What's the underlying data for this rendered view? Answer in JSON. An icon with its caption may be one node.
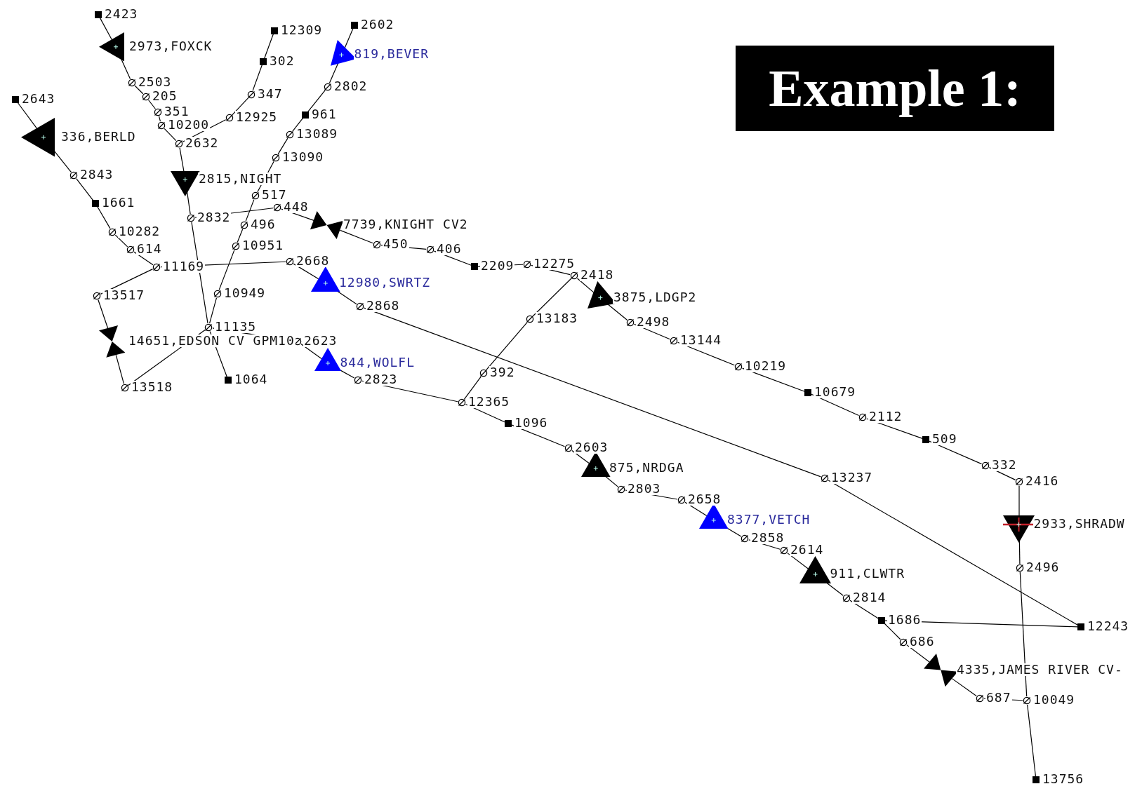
{
  "diagram": {
    "title": "Example 1:",
    "nodes": [
      {
        "text": [],
        "shape": "box",
        "beside": [
          "2423"
        ]
      },
      {
        "text": [],
        "shape": "box",
        "beside": [
          "12309"
        ]
      },
      {
        "text": [],
        "shape": "box",
        "beside": [
          "2602"
        ]
      },
      {
        "text": [],
        "shape": "triangle",
        "beside": [
          "2973,FOXCK"
        ]
      },
      {
        "text": [],
        "shape": "triangle",
        "beside": [
          "819,BEVER"
        ]
      },
      {
        "text": [],
        "shape": "box",
        "beside": [
          "302"
        ]
      },
      {
        "text": [],
        "shape": "circle",
        "beside": [
          "2503"
        ]
      },
      {
        "text": [],
        "shape": "circle",
        "beside": [
          "2802"
        ]
      },
      {
        "text": [],
        "shape": "circle",
        "beside": [
          "347"
        ]
      },
      {
        "text": [],
        "shape": "circle",
        "beside": [
          "205"
        ]
      },
      {
        "text": [],
        "shape": "box",
        "beside": [
          "2643"
        ]
      },
      {
        "text": [],
        "shape": "circle",
        "beside": [
          "351"
        ]
      },
      {
        "text": [],
        "shape": "box",
        "beside": [
          "961"
        ]
      },
      {
        "text": [],
        "shape": "circle",
        "beside": [
          "12925"
        ]
      },
      {
        "text": [],
        "shape": "circle",
        "beside": [
          "10200"
        ]
      },
      {
        "text": [],
        "shape": "circle",
        "beside": [
          "13089"
        ]
      },
      {
        "text": [],
        "shape": "triangle",
        "beside": [
          "336,BERLD"
        ]
      },
      {
        "text": [],
        "shape": "circle",
        "beside": [
          "2632"
        ]
      },
      {
        "text": [],
        "shape": "circle",
        "beside": [
          "13090"
        ]
      },
      {
        "text": [],
        "shape": "circle",
        "beside": [
          "2843"
        ]
      },
      {
        "text": [],
        "shape": "triangle",
        "beside": [
          "2815,NIGHT"
        ]
      },
      {
        "text": [],
        "shape": "circle",
        "beside": [
          "517"
        ]
      },
      {
        "text": [],
        "shape": "box",
        "beside": [
          "1661"
        ]
      },
      {
        "text": [],
        "shape": "circle",
        "beside": [
          "448"
        ]
      },
      {
        "text": [],
        "shape": "circle",
        "beside": [
          "2832"
        ]
      },
      {
        "text": [],
        "shape": "circle",
        "beside": [
          "496"
        ]
      },
      {
        "text": [],
        "shape": "bowtie",
        "beside": [
          "7739,KNIGHT CV2"
        ]
      },
      {
        "text": [],
        "shape": "circle",
        "beside": [
          "10282"
        ]
      },
      {
        "text": [],
        "shape": "circle",
        "beside": [
          "450"
        ]
      },
      {
        "text": [],
        "shape": "circle",
        "beside": [
          "10951"
        ]
      },
      {
        "text": [],
        "shape": "circle",
        "beside": [
          "614"
        ]
      },
      {
        "text": [],
        "shape": "circle",
        "beside": [
          "406"
        ]
      },
      {
        "text": [],
        "shape": "circle",
        "beside": [
          "2668"
        ]
      },
      {
        "text": [],
        "shape": "circle",
        "beside": [
          "12275"
        ]
      },
      {
        "text": [],
        "shape": "box",
        "beside": [
          "2209"
        ]
      },
      {
        "text": [],
        "shape": "circle",
        "beside": [
          "11169"
        ]
      },
      {
        "text": [],
        "shape": "circle",
        "beside": [
          "2418"
        ]
      },
      {
        "text": [],
        "shape": "triangle",
        "beside": [
          "12980,SWRTZ"
        ]
      },
      {
        "text": [],
        "shape": "circle",
        "beside": [
          "10949"
        ]
      },
      {
        "text": [],
        "shape": "circle",
        "beside": [
          "13517"
        ]
      },
      {
        "text": [],
        "shape": "triangle",
        "beside": [
          "3875,LDGP2"
        ]
      },
      {
        "text": [],
        "shape": "circle",
        "beside": [
          "2868"
        ]
      },
      {
        "text": [],
        "shape": "circle",
        "beside": [
          "13183"
        ]
      },
      {
        "text": [],
        "shape": "circle",
        "beside": [
          "2498"
        ]
      },
      {
        "text": [],
        "shape": "circle",
        "beside": [
          "11135"
        ]
      },
      {
        "text": [],
        "shape": "circle",
        "beside": [
          "13144"
        ]
      },
      {
        "text": [],
        "shape": "bowtie",
        "beside": [
          "14651,EDSON CV GPM10"
        ]
      },
      {
        "text": [],
        "shape": "circle",
        "beside": [
          "2623"
        ]
      },
      {
        "text": [],
        "shape": "triangle",
        "beside": [
          "844,WOLFL"
        ]
      },
      {
        "text": [],
        "shape": "circle",
        "beside": [
          "10219"
        ]
      },
      {
        "text": [],
        "shape": "circle",
        "beside": [
          "392"
        ]
      },
      {
        "text": [],
        "shape": "box",
        "beside": [
          "1064"
        ]
      },
      {
        "text": [],
        "shape": "circle",
        "beside": [
          "2823"
        ]
      },
      {
        "text": [],
        "shape": "circle",
        "beside": [
          "13518"
        ]
      },
      {
        "text": [],
        "shape": "box",
        "beside": [
          "10679"
        ]
      },
      {
        "text": [],
        "shape": "circle",
        "beside": [
          "12365"
        ]
      },
      {
        "text": [],
        "shape": "circle",
        "beside": [
          "2112"
        ]
      },
      {
        "text": [],
        "shape": "box",
        "beside": [
          "1096"
        ]
      },
      {
        "text": [],
        "shape": "box",
        "beside": [
          "509"
        ]
      },
      {
        "text": [],
        "shape": "circle",
        "beside": [
          "2603"
        ]
      },
      {
        "text": [],
        "shape": "circle",
        "beside": [
          "332"
        ]
      },
      {
        "text": [],
        "shape": "triangle",
        "beside": [
          "875,NRDGA"
        ]
      },
      {
        "text": [],
        "shape": "circle",
        "beside": [
          "13237"
        ]
      },
      {
        "text": [],
        "shape": "circle",
        "beside": [
          "2416"
        ]
      },
      {
        "text": [],
        "shape": "circle",
        "beside": [
          "2803"
        ]
      },
      {
        "text": [],
        "shape": "circle",
        "beside": [
          "2658"
        ]
      },
      {
        "text": [],
        "shape": "triangle",
        "beside": [
          "8377,VETCH"
        ]
      },
      {
        "text": [],
        "shape": "triangle",
        "beside": [
          "2933,SHRADW"
        ]
      },
      {
        "text": [],
        "shape": "circle",
        "beside": [
          "2858"
        ]
      },
      {
        "text": [],
        "shape": "circle",
        "beside": [
          "2614"
        ]
      },
      {
        "text": [],
        "shape": "circle",
        "beside": [
          "2496"
        ]
      },
      {
        "text": [],
        "shape": "triangle",
        "beside": [
          "911,CLWTR"
        ]
      },
      {
        "text": [],
        "shape": "circle",
        "beside": [
          "2814"
        ]
      },
      {
        "text": [],
        "shape": "box",
        "beside": [
          "1686"
        ]
      },
      {
        "text": [],
        "shape": "box",
        "beside": [
          "12243"
        ]
      },
      {
        "text": [],
        "shape": "circle",
        "beside": [
          "686"
        ]
      },
      {
        "text": [],
        "shape": "bowtie",
        "beside": [
          "4335,JAMES RIVER CV-"
        ]
      },
      {
        "text": [],
        "shape": "circle",
        "beside": [
          "687"
        ]
      },
      {
        "text": [],
        "shape": "circle",
        "beside": [
          "10049"
        ]
      },
      {
        "text": [],
        "shape": "box",
        "beside": [
          "13756"
        ]
      }
    ],
    "edges": [
      {
        "from": 0,
        "to": 3,
        "arrow": "none"
      },
      {
        "from": 3,
        "to": 6,
        "arrow": "none"
      },
      {
        "from": 6,
        "to": 9,
        "arrow": "none"
      },
      {
        "from": 9,
        "to": 11,
        "arrow": "none"
      },
      {
        "from": 11,
        "to": 14,
        "arrow": "none"
      },
      {
        "from": 14,
        "to": 17,
        "arrow": "none"
      },
      {
        "from": 17,
        "to": 20,
        "arrow": "none"
      },
      {
        "from": 20,
        "to": 24,
        "arrow": "none"
      },
      {
        "from": 24,
        "to": 44,
        "arrow": "none"
      },
      {
        "from": 44,
        "to": 51,
        "arrow": "none"
      },
      {
        "from": 1,
        "to": 5,
        "arrow": "none"
      },
      {
        "from": 5,
        "to": 8,
        "arrow": "none"
      },
      {
        "from": 8,
        "to": 13,
        "arrow": "none"
      },
      {
        "from": 13,
        "to": 17,
        "arrow": "none"
      },
      {
        "from": 2,
        "to": 4,
        "arrow": "none"
      },
      {
        "from": 4,
        "to": 7,
        "arrow": "none"
      },
      {
        "from": 7,
        "to": 12,
        "arrow": "none"
      },
      {
        "from": 12,
        "to": 15,
        "arrow": "none"
      },
      {
        "from": 15,
        "to": 18,
        "arrow": "none"
      },
      {
        "from": 18,
        "to": 21,
        "arrow": "none"
      },
      {
        "from": 21,
        "to": 25,
        "arrow": "none"
      },
      {
        "from": 25,
        "to": 29,
        "arrow": "none"
      },
      {
        "from": 29,
        "to": 38,
        "arrow": "none"
      },
      {
        "from": 38,
        "to": 44,
        "arrow": "none"
      },
      {
        "from": 10,
        "to": 16,
        "arrow": "none"
      },
      {
        "from": 16,
        "to": 19,
        "arrow": "none"
      },
      {
        "from": 19,
        "to": 22,
        "arrow": "none"
      },
      {
        "from": 22,
        "to": 27,
        "arrow": "none"
      },
      {
        "from": 27,
        "to": 30,
        "arrow": "none"
      },
      {
        "from": 30,
        "to": 35,
        "arrow": "none"
      },
      {
        "from": 35,
        "to": 32,
        "arrow": "none"
      },
      {
        "from": 32,
        "to": 37,
        "arrow": "none"
      },
      {
        "from": 37,
        "to": 41,
        "arrow": "none"
      },
      {
        "from": 41,
        "to": 62,
        "arrow": "none"
      },
      {
        "from": 62,
        "to": 74,
        "arrow": "none"
      },
      {
        "from": 35,
        "to": 39,
        "arrow": "none"
      },
      {
        "from": 39,
        "to": 46,
        "arrow": "none"
      },
      {
        "from": 46,
        "to": 53,
        "arrow": "none"
      },
      {
        "from": 53,
        "to": 44,
        "arrow": "none"
      },
      {
        "from": 44,
        "to": 47,
        "arrow": "none"
      },
      {
        "from": 47,
        "to": 48,
        "arrow": "none"
      },
      {
        "from": 48,
        "to": 52,
        "arrow": "none"
      },
      {
        "from": 52,
        "to": 55,
        "arrow": "none"
      },
      {
        "from": 55,
        "to": 57,
        "arrow": "none"
      },
      {
        "from": 57,
        "to": 59,
        "arrow": "none"
      },
      {
        "from": 59,
        "to": 61,
        "arrow": "none"
      },
      {
        "from": 61,
        "to": 64,
        "arrow": "none"
      },
      {
        "from": 64,
        "to": 65,
        "arrow": "none"
      },
      {
        "from": 65,
        "to": 66,
        "arrow": "none"
      },
      {
        "from": 66,
        "to": 68,
        "arrow": "none"
      },
      {
        "from": 68,
        "to": 69,
        "arrow": "none"
      },
      {
        "from": 69,
        "to": 71,
        "arrow": "none"
      },
      {
        "from": 71,
        "to": 72,
        "arrow": "none"
      },
      {
        "from": 72,
        "to": 73,
        "arrow": "none"
      },
      {
        "from": 73,
        "to": 75,
        "arrow": "none"
      },
      {
        "from": 75,
        "to": 76,
        "arrow": "none"
      },
      {
        "from": 76,
        "to": 77,
        "arrow": "none"
      },
      {
        "from": 77,
        "to": 78,
        "arrow": "none"
      },
      {
        "from": 73,
        "to": 74,
        "arrow": "none"
      },
      {
        "from": 24,
        "to": 23,
        "arrow": "none"
      },
      {
        "from": 23,
        "to": 26,
        "arrow": "none"
      },
      {
        "from": 26,
        "to": 28,
        "arrow": "none"
      },
      {
        "from": 28,
        "to": 31,
        "arrow": "none"
      },
      {
        "from": 31,
        "to": 34,
        "arrow": "none"
      },
      {
        "from": 34,
        "to": 33,
        "arrow": "none"
      },
      {
        "from": 33,
        "to": 36,
        "arrow": "none"
      },
      {
        "from": 36,
        "to": 40,
        "arrow": "none"
      },
      {
        "from": 40,
        "to": 43,
        "arrow": "none"
      },
      {
        "from": 43,
        "to": 45,
        "arrow": "none"
      },
      {
        "from": 45,
        "to": 49,
        "arrow": "none"
      },
      {
        "from": 49,
        "to": 54,
        "arrow": "none"
      },
      {
        "from": 54,
        "to": 56,
        "arrow": "none"
      },
      {
        "from": 56,
        "to": 58,
        "arrow": "none"
      },
      {
        "from": 58,
        "to": 60,
        "arrow": "none"
      },
      {
        "from": 60,
        "to": 63,
        "arrow": "none"
      },
      {
        "from": 63,
        "to": 67,
        "arrow": "none"
      },
      {
        "from": 67,
        "to": 70,
        "arrow": "none"
      },
      {
        "from": 70,
        "to": 78,
        "arrow": "none"
      },
      {
        "from": 78,
        "to": 79,
        "arrow": "none"
      },
      {
        "from": 55,
        "to": 50,
        "arrow": "none"
      },
      {
        "from": 50,
        "to": 42,
        "arrow": "none"
      },
      {
        "from": 42,
        "to": 36,
        "arrow": "none"
      }
    ]
  }
}
